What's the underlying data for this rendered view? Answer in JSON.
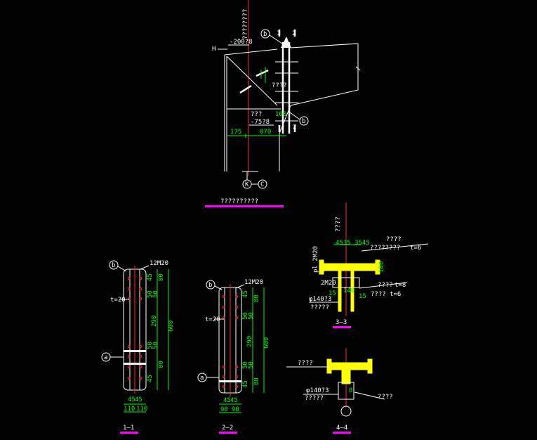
{
  "colors": {
    "background": "#000000",
    "structure": "#ffffff",
    "dimension": "#00ff00",
    "axis": "#ff2a2a",
    "plate": "#ffff00",
    "title_bar": "#ff00ff"
  },
  "elevation": {
    "title": "??????????",
    "top_note": "????????",
    "h_mark": "H",
    "plate_label": "-200?8",
    "mid_note": "????",
    "bottom_note": "???",
    "bottom_plate": "-75?8",
    "dim_100": "100",
    "dim_175": "175",
    "dim_870": "870",
    "tag_b": "b",
    "mark_1": "1",
    "mark_2": "2",
    "axis_k": "K",
    "axis_c": "C"
  },
  "sec11": {
    "title": "1—1",
    "bolts": "12M20",
    "thickness": "t=20",
    "tag_b": "b",
    "tag_a": "a",
    "dims_right": [
      "45",
      "80",
      "50",
      "50",
      "290",
      "50",
      "50",
      "80",
      "45"
    ],
    "dim_total": "600",
    "dim_45a": "45",
    "dim_45b": "45",
    "dim_110a": "110",
    "dim_110b": "110"
  },
  "sec22": {
    "title": "2—2",
    "bolts": "12M20",
    "thickness": "t=20",
    "tag_b": "b",
    "tag_a": "a",
    "dims_right": [
      "45",
      "80",
      "50",
      "50",
      "290",
      "50",
      "50",
      "80",
      "45"
    ],
    "dim_total": "600",
    "dim_45a": "45",
    "dim_45b": "45",
    "dim_90a": "90",
    "dim_90b": "90"
  },
  "sec33": {
    "title": "3—3",
    "note_top": "????",
    "dims_top": "4535 3545",
    "note_right1": "????",
    "note_right2": "????????",
    "t6": "t=6",
    "left_label": "2M20",
    "side_label": "pl 2M20",
    "dim_140": "140",
    "dim_15a": "15",
    "dim_15b": "15",
    "dim_180": "180",
    "note_t8": "????",
    "t8": "t=8",
    "note_t6b": "???? t=6",
    "pipe": "φ140?3",
    "pipe_note": "?????"
  },
  "sec44": {
    "title": "4—4",
    "note": "????",
    "pipe": "φ140?3",
    "pipe_note": "?????",
    "dim_8": "8",
    "right_note": "????"
  }
}
